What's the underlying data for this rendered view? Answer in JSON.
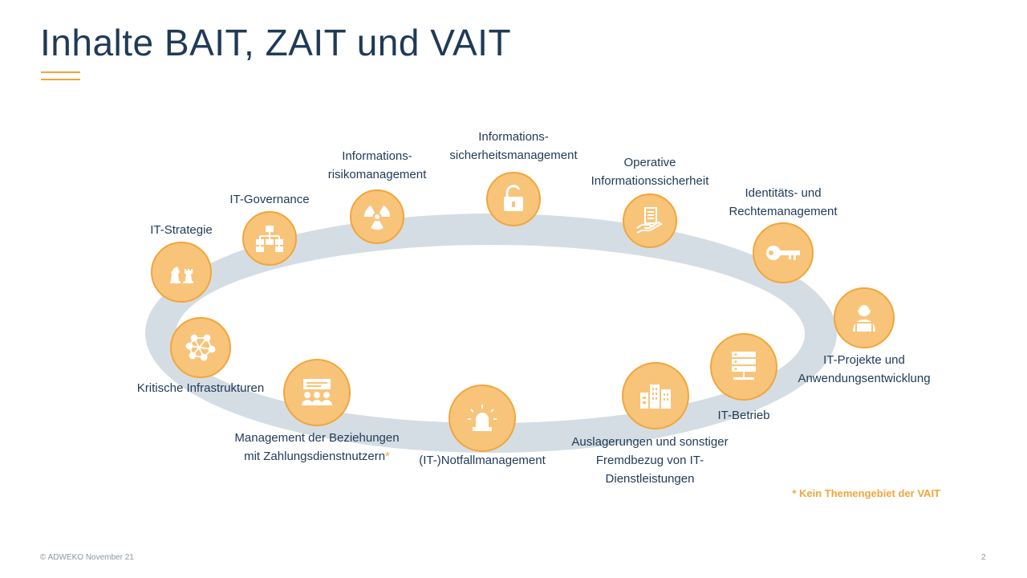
{
  "slide": {
    "title": "Inhalte BAIT, ZAIT und VAIT",
    "note": "* Kein Themengebiet der VAIT",
    "footer": "© ADWEKO November 21",
    "page_number": "2"
  },
  "topics": [
    {
      "label_lines": [
        "IT-Strategie"
      ],
      "icon": "chess-icon"
    },
    {
      "label_lines": [
        "IT-Governance"
      ],
      "icon": "org-chart-icon"
    },
    {
      "label_lines": [
        "Informations-",
        "risikomanagement"
      ],
      "icon": "radiation-icon"
    },
    {
      "label_lines": [
        "Informations-",
        "sicherheitsmanagement"
      ],
      "icon": "unlocked-padlock-icon"
    },
    {
      "label_lines": [
        "Operative",
        "Informationssicherheit"
      ],
      "icon": "hand-document-icon"
    },
    {
      "label_lines": [
        "Identitäts- und",
        "Rechtemanagement"
      ],
      "icon": "key-icon"
    },
    {
      "label_lines": [
        "IT-Projekte und",
        "Anwendungsentwicklung"
      ],
      "icon": "developer-icon"
    },
    {
      "label_lines": [
        "IT-Betrieb"
      ],
      "icon": "server-icon"
    },
    {
      "label_lines": [
        "Auslagerungen und sonstiger",
        "Fremdbezug von IT-",
        "Dienstleistungen"
      ],
      "icon": "buildings-icon"
    },
    {
      "label_lines": [
        "(IT-)Notfallmanagement"
      ],
      "icon": "alarm-light-icon"
    },
    {
      "label_lines": [
        "Management der Beziehungen",
        "mit Zahlungsdienstnutzern"
      ],
      "star": "*",
      "icon": "audience-icon"
    },
    {
      "label_lines": [
        "Kritische Infrastrukturen"
      ],
      "icon": "network-icon"
    }
  ],
  "colors": {
    "accent": "#f1a63b",
    "node_fill": "#f8c47a",
    "ring": "#d5dde4",
    "text": "#1f3a57"
  }
}
